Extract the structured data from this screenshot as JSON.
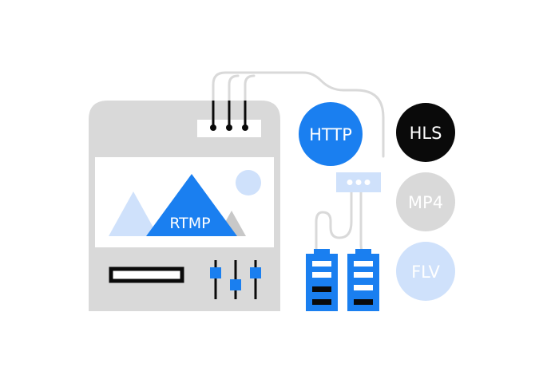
{
  "labels": {
    "rtmp": "RTMP",
    "http": "HTTP",
    "hls": "HLS",
    "mp4": "MP4",
    "flv": "FLV"
  },
  "colors": {
    "blue": "#1a7ff0",
    "light_blue": "#cfe1fb",
    "gray": "#d9d9d9",
    "mid_gray": "#c8c8c8",
    "black": "#0a0a0a",
    "white": "#ffffff"
  },
  "icons": [
    "server-device-icon",
    "mountain-image-icon",
    "sun-icon",
    "slider-controls-icon",
    "ellipsis-icon",
    "battery-icon"
  ]
}
